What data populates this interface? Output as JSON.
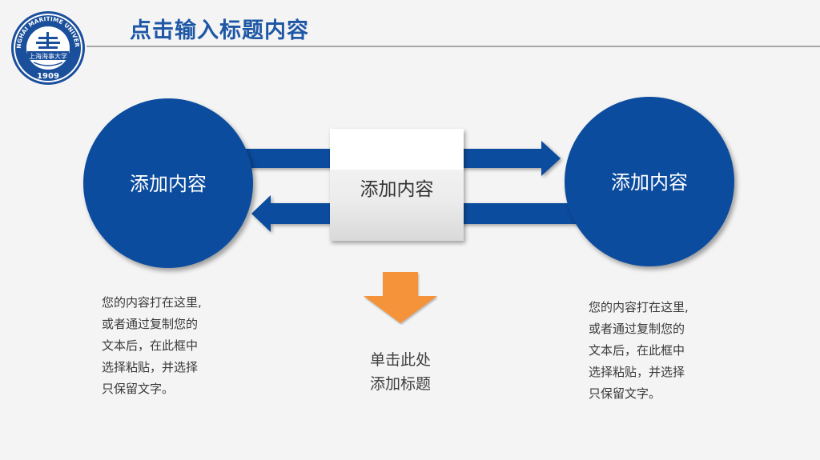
{
  "header": {
    "title": "点击输入标题内容"
  },
  "logo": {
    "ring_text": "SHANGHAI MARITIME UNIVERSITY",
    "chinese_name": "上海海事大学",
    "year": "1909"
  },
  "diagram": {
    "left_node": {
      "label": "添加内容"
    },
    "center_node": {
      "label": "添加内容"
    },
    "right_node": {
      "label": "添加内容"
    },
    "caption": {
      "lines": [
        "单击此处",
        "添加标题"
      ]
    },
    "left_text": {
      "lines": [
        "您的内容打在这里,",
        "或者通过复制您的",
        "文本后，在此框中",
        "选择粘贴，并选择",
        "只保留文字。"
      ]
    },
    "right_text": {
      "lines": [
        "您的内容打在这里,",
        "或者通过复制您的",
        "文本后，在此框中",
        "选择粘贴，并选择",
        "只保留文字。"
      ]
    }
  },
  "colors": {
    "primary_blue": "#0c4c9e",
    "title_blue": "#1e57a6",
    "arrow_orange": "#f5933a",
    "rule_gray": "#a7a7a7"
  }
}
